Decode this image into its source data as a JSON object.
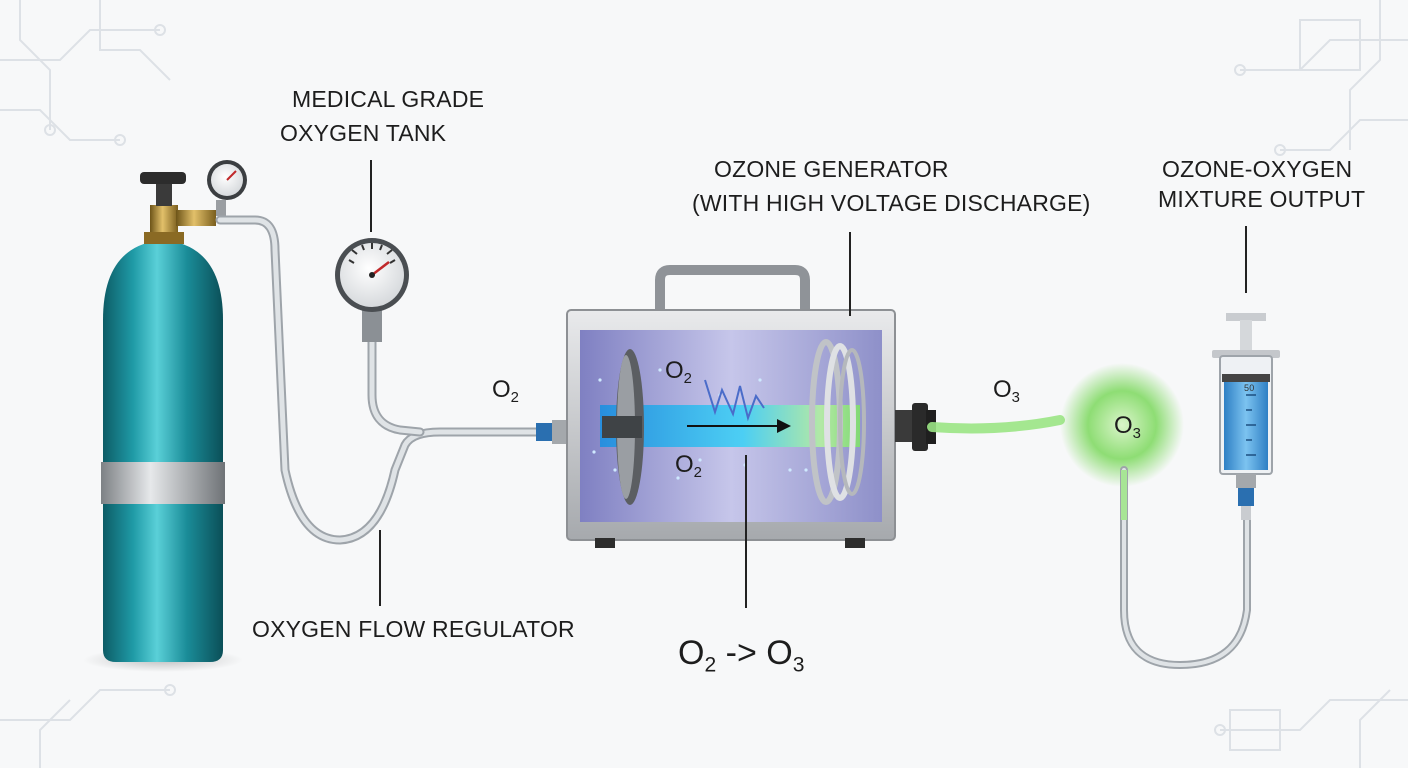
{
  "labels": {
    "tank_line1": "MEDICAL GRADE",
    "tank_line2": "OXYGEN TANK",
    "generator_line1": "OZONE GENERATOR",
    "generator_line2": "(WITH HIGH VOLTAGE DISCHARGE)",
    "output_line1": "OZONE-OXYGEN",
    "output_line2": "MIXTURE OUTPUT",
    "regulator": "OXYGEN FLOW REGULATOR"
  },
  "chem": {
    "o_letter": "O",
    "sub_2": "2",
    "sub_3": "3",
    "arrow": "->"
  },
  "syringe": {
    "mark": "50"
  },
  "colors": {
    "tank": "#1f9aa6",
    "tank_dark": "#0f6872",
    "band": "#b9bcbf",
    "brass": "#b08a3a",
    "tube": "#c9ced3",
    "generator_panel": "#8e8fc9",
    "beam_blue": "#2fb6f3",
    "ozone_green": "#7ed66c",
    "syringe_liquid": "#4da3e0",
    "connector_blue": "#2a6fb0",
    "text": "#1d1d1d",
    "circuit": "#d9dde2"
  },
  "icons": {
    "pressure_gauge": "gauge-icon",
    "syringe": "syringe-icon",
    "tank": "oxygen-tank-icon"
  }
}
